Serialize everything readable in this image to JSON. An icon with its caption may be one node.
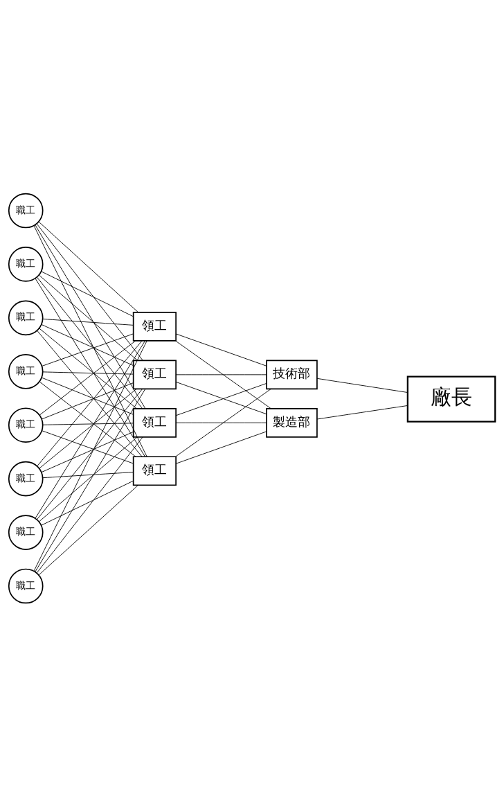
{
  "diagram": {
    "nodes": [
      {
        "text": [
          "廠長"
        ]
      },
      {
        "text": [
          "技術部"
        ]
      },
      {
        "text": [
          "製造部"
        ]
      },
      {
        "text": [
          "領工"
        ]
      },
      {
        "text": [
          "領工"
        ]
      },
      {
        "text": [
          "領工"
        ]
      },
      {
        "text": [
          "領工"
        ]
      },
      {
        "text": [
          "職工"
        ]
      },
      {
        "text": [
          "職工"
        ]
      },
      {
        "text": [
          "職工"
        ]
      },
      {
        "text": [
          "職工"
        ]
      },
      {
        "text": [
          "職工"
        ]
      },
      {
        "text": [
          "職工"
        ]
      },
      {
        "text": [
          "職工"
        ]
      },
      {
        "text": [
          "職工"
        ]
      }
    ],
    "edges": [
      {
        "from": 0,
        "to": 1,
        "arrow": "none"
      },
      {
        "from": 0,
        "to": 2,
        "arrow": "none"
      },
      {
        "from": 1,
        "to": 3,
        "arrow": "none"
      },
      {
        "from": 1,
        "to": 4,
        "arrow": "none"
      },
      {
        "from": 1,
        "to": 5,
        "arrow": "none"
      },
      {
        "from": 1,
        "to": 6,
        "arrow": "none"
      },
      {
        "from": 2,
        "to": 3,
        "arrow": "none"
      },
      {
        "from": 2,
        "to": 4,
        "arrow": "none"
      },
      {
        "from": 2,
        "to": 5,
        "arrow": "none"
      },
      {
        "from": 2,
        "to": 6,
        "arrow": "none"
      },
      {
        "from": 3,
        "to": 7,
        "arrow": "none"
      },
      {
        "from": 3,
        "to": 8,
        "arrow": "none"
      },
      {
        "from": 3,
        "to": 9,
        "arrow": "none"
      },
      {
        "from": 3,
        "to": 10,
        "arrow": "none"
      },
      {
        "from": 3,
        "to": 11,
        "arrow": "none"
      },
      {
        "from": 3,
        "to": 12,
        "arrow": "none"
      },
      {
        "from": 3,
        "to": 13,
        "arrow": "none"
      },
      {
        "from": 3,
        "to": 14,
        "arrow": "none"
      },
      {
        "from": 4,
        "to": 7,
        "arrow": "none"
      },
      {
        "from": 4,
        "to": 8,
        "arrow": "none"
      },
      {
        "from": 4,
        "to": 9,
        "arrow": "none"
      },
      {
        "from": 4,
        "to": 10,
        "arrow": "none"
      },
      {
        "from": 4,
        "to": 11,
        "arrow": "none"
      },
      {
        "from": 4,
        "to": 12,
        "arrow": "none"
      },
      {
        "from": 4,
        "to": 13,
        "arrow": "none"
      },
      {
        "from": 4,
        "to": 14,
        "arrow": "none"
      },
      {
        "from": 5,
        "to": 7,
        "arrow": "none"
      },
      {
        "from": 5,
        "to": 8,
        "arrow": "none"
      },
      {
        "from": 5,
        "to": 9,
        "arrow": "none"
      },
      {
        "from": 5,
        "to": 10,
        "arrow": "none"
      },
      {
        "from": 5,
        "to": 11,
        "arrow": "none"
      },
      {
        "from": 5,
        "to": 12,
        "arrow": "none"
      },
      {
        "from": 5,
        "to": 13,
        "arrow": "none"
      },
      {
        "from": 5,
        "to": 14,
        "arrow": "none"
      },
      {
        "from": 6,
        "to": 7,
        "arrow": "none"
      },
      {
        "from": 6,
        "to": 8,
        "arrow": "none"
      },
      {
        "from": 6,
        "to": 9,
        "arrow": "none"
      },
      {
        "from": 6,
        "to": 10,
        "arrow": "none"
      },
      {
        "from": 6,
        "to": 11,
        "arrow": "none"
      },
      {
        "from": 6,
        "to": 12,
        "arrow": "none"
      },
      {
        "from": 6,
        "to": 13,
        "arrow": "none"
      },
      {
        "from": 6,
        "to": 14,
        "arrow": "none"
      }
    ]
  }
}
